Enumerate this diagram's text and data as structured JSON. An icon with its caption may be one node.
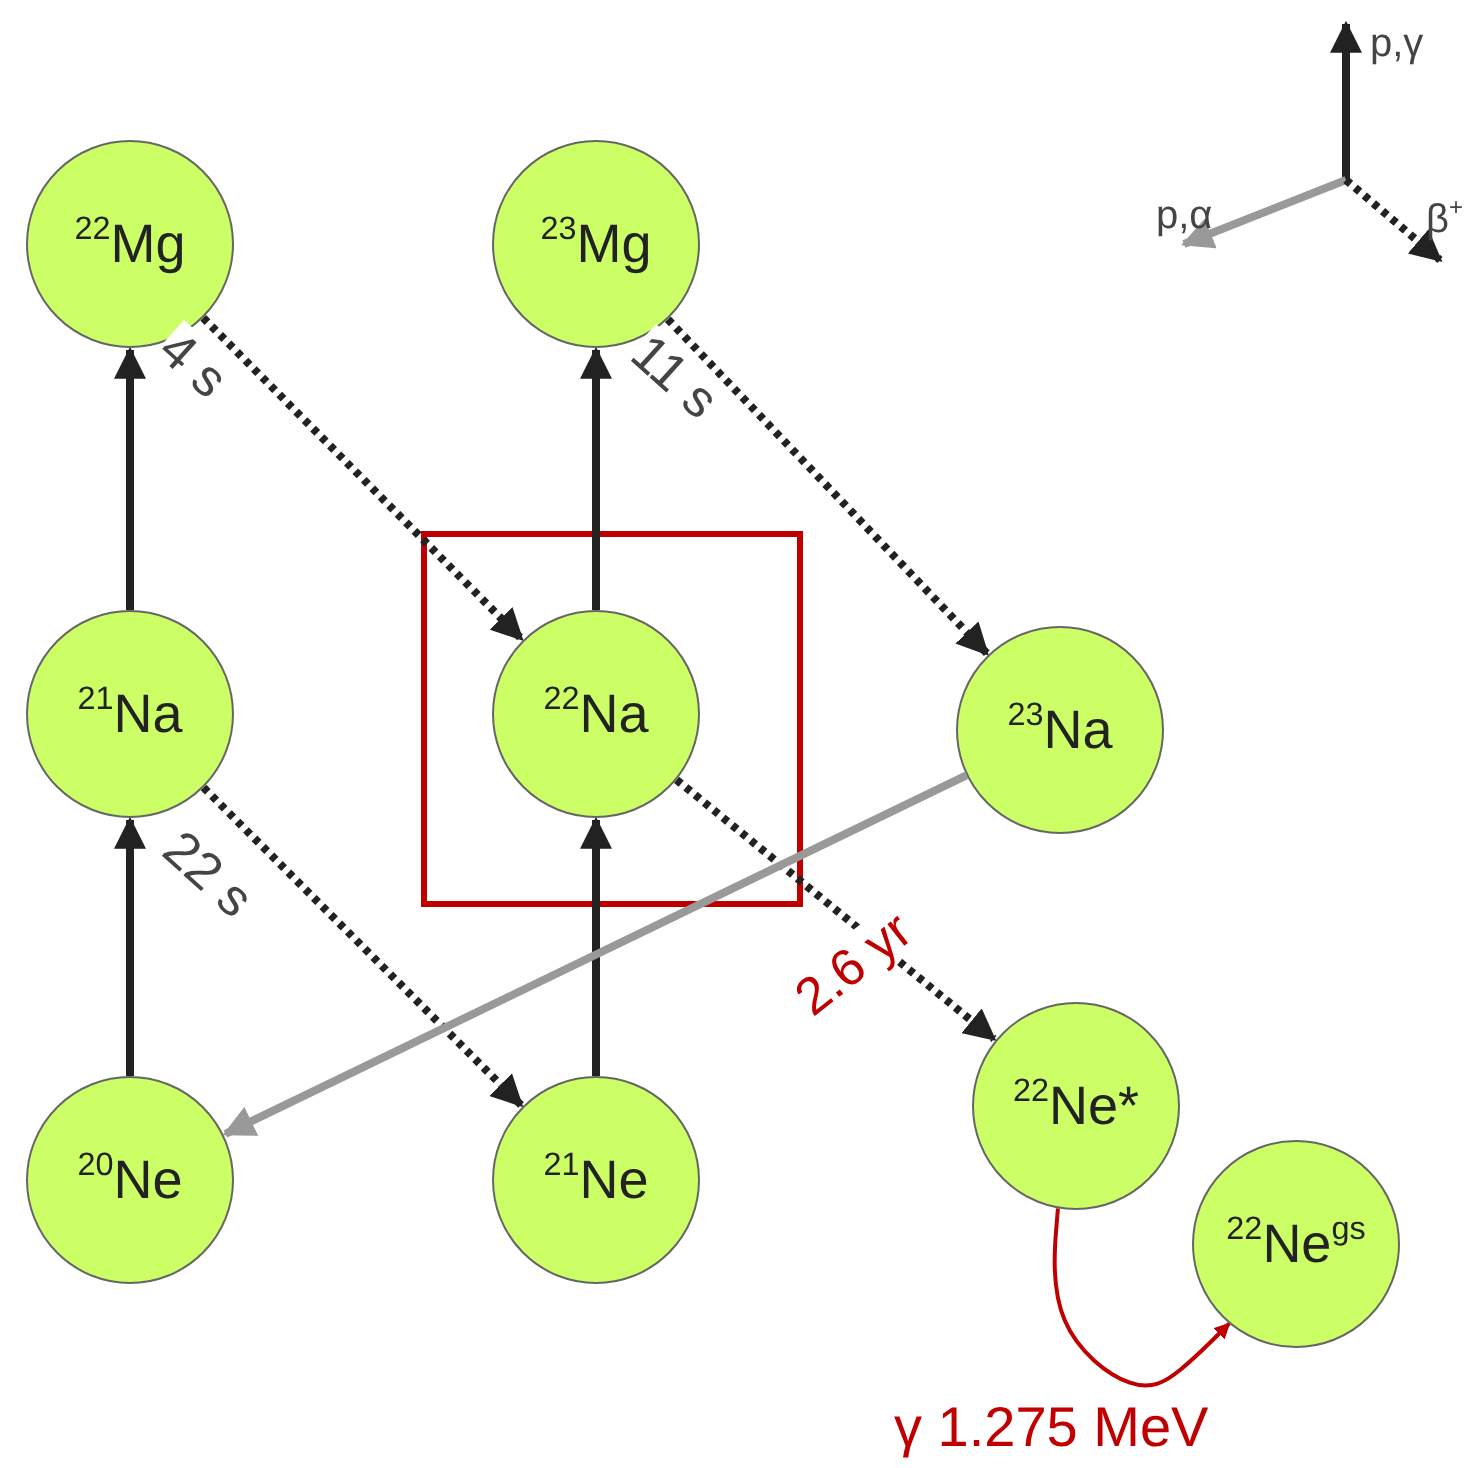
{
  "diagram": {
    "nodes": [
      {
        "text": [
          "$^{22}$Mg"
        ]
      },
      {
        "text": [
          "$^{23}$Mg"
        ]
      },
      {
        "text": [
          "$^{21}$Na"
        ]
      },
      {
        "text": [
          "$^{22}$Na"
        ]
      },
      {
        "text": [
          "$^{23}$Na"
        ]
      },
      {
        "text": [
          "$^{20}$Ne"
        ]
      },
      {
        "text": [
          "$^{21}$Ne"
        ]
      },
      {
        "text": [
          "$^{22}$Ne*"
        ]
      },
      {
        "text": [
          "$^{22}$Ne$^{gs}$"
        ]
      }
    ],
    "edges": [
      {
        "from": 2,
        "to": 0,
        "arrow": "to"
      },
      {
        "from": 3,
        "to": 1,
        "arrow": "to"
      },
      {
        "from": 5,
        "to": 2,
        "arrow": "to"
      },
      {
        "from": 6,
        "to": 3,
        "arrow": "to"
      },
      {
        "from": 0,
        "to": 3,
        "arrow": "to",
        "style": "dashed",
        "label": "4 s"
      },
      {
        "from": 1,
        "to": 4,
        "arrow": "to",
        "style": "dashed",
        "label": "11 s"
      },
      {
        "from": 2,
        "to": 6,
        "arrow": "to",
        "style": "dashed",
        "label": "22 s"
      },
      {
        "from": 3,
        "to": 7,
        "arrow": "to",
        "style": "dashed",
        "label": "2.6 yr"
      },
      {
        "from": 4,
        "to": 5,
        "arrow": "to",
        "color": "#999999"
      },
      {
        "from": 7,
        "to": 8,
        "arrow": "to",
        "color": "#c00000",
        "label": "γ 1.275 MeV"
      }
    ],
    "legend": [
      {
        "text": "p,γ"
      },
      {
        "text": "p,α"
      },
      {
        "text": "β$^{+}$"
      }
    ]
  }
}
